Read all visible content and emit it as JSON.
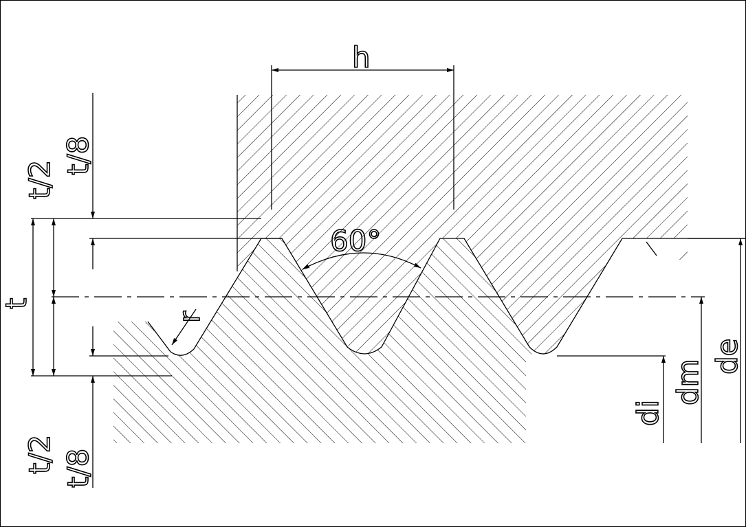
{
  "labels": {
    "pitch": "h",
    "angle": "60°",
    "t_half_top": "t/2",
    "t_eighth_top": "t/8",
    "t": "t",
    "radius": "r",
    "t_half_bottom": "t/2",
    "t_eighth_bottom": "t/8",
    "d_inner": "di",
    "d_mean": "dm",
    "d_outer": "de"
  },
  "colors": {
    "line": "#000000",
    "background": "#ffffff"
  }
}
